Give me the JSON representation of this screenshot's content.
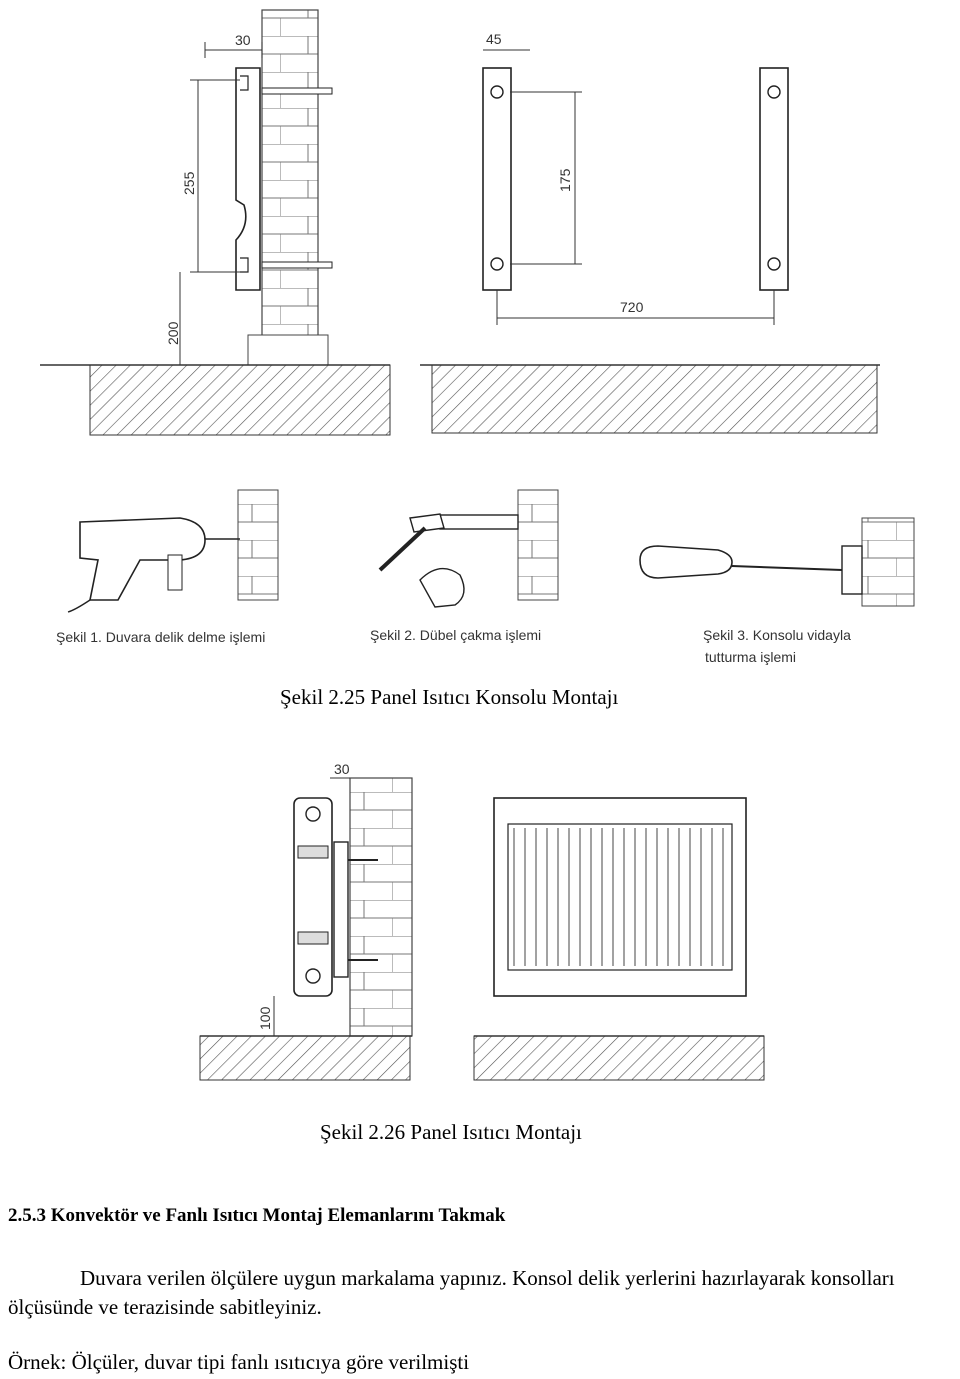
{
  "figure1": {
    "dims": {
      "d30": "30",
      "d45": "45",
      "d255": "255",
      "d175": "175",
      "d720": "720",
      "d200": "200"
    },
    "sub_captions": {
      "s1": "Şekil 1. Duvara delik delme işlemi",
      "s2": "Şekil 2. Dübel çakma işlemi",
      "s3_line1": "Şekil 3. Konsolu vidayla",
      "s3_line2": "tutturma işlemi"
    },
    "caption": "Şekil 2.25 Panel Isıtıcı Konsolu Montajı"
  },
  "figure2": {
    "dims": {
      "d30": "30",
      "d100": "100"
    },
    "caption": "Şekil 2.26 Panel Isıtıcı Montajı"
  },
  "section": {
    "heading": "2.5.3 Konvektör ve Fanlı Isıtıcı Montaj Elemanlarını Takmak",
    "paragraph1": "Duvara verilen ölçülere uygun markalama yapınız. Konsol delik yerlerini hazırlayarak konsolları ölçüsünde ve terazisinde sabitleyiniz.",
    "paragraph2": "Örnek: Ölçüler, duvar tipi fanlı ısıtıcıya göre verilmişti"
  }
}
